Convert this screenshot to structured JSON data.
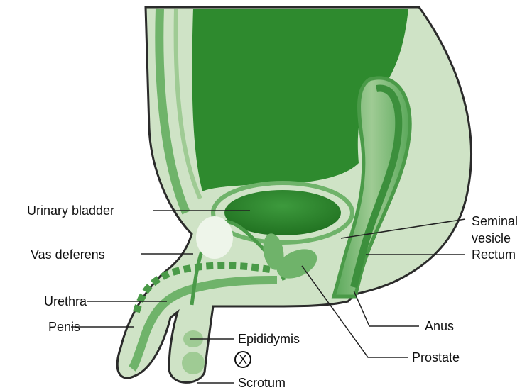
{
  "colors": {
    "dark_green": "#2f8a2f",
    "mid_green": "#5aa85a",
    "light_green": "#b9d8b0",
    "tissue": "#cfe3c6",
    "outline": "#1a1a1a"
  },
  "labels": {
    "urinary_bladder": "Urinary bladder",
    "vas_deferens": "Vas deferens",
    "urethra": "Urethra",
    "penis": "Penis",
    "epididymis": "Epididymis",
    "testis_marker": "X",
    "scrotum": "Scrotum",
    "seminal_line1": "Seminal",
    "seminal_line2": "vesicle",
    "rectum": "Rectum",
    "anus": "Anus",
    "prostate": "Prostate"
  }
}
